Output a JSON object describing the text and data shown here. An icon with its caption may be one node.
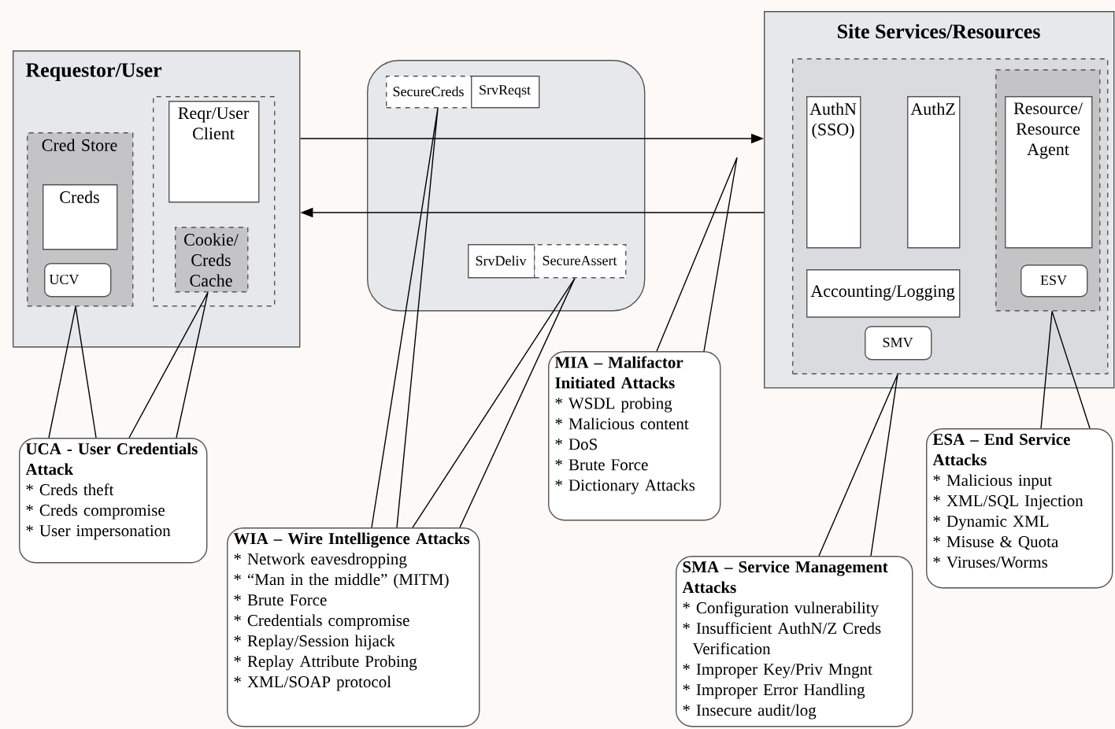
{
  "diagram": {
    "nodes": [
      {
        "text": [
          "Requestor/User"
        ]
      },
      {
        "text": [
          "Cred Store"
        ],
        "in": 0
      },
      {
        "text": [
          "Creds"
        ],
        "in": 1
      },
      {
        "text": [
          "UCV"
        ],
        "in": 1
      },
      {
        "text": [],
        "shape": "box",
        "in": 0
      },
      {
        "text": [
          "Reqr/User Client"
        ],
        "in": 4
      },
      {
        "text": [
          "Cookie/ Creds Cache"
        ],
        "in": 4
      },
      {
        "text": [],
        "shape": "box"
      },
      {
        "text": [
          "SecureCreds"
        ],
        "in": 7
      },
      {
        "text": [
          "SrvReqst"
        ],
        "in": 7
      },
      {
        "text": [
          "SrvDeliv"
        ],
        "in": 7
      },
      {
        "text": [
          "SecureAssert"
        ],
        "in": 7
      },
      {
        "text": [
          "Site Services/Resources"
        ]
      },
      {
        "text": [],
        "shape": "box",
        "in": 12
      },
      {
        "text": [
          "AuthN (SSO)"
        ],
        "in": 13
      },
      {
        "text": [
          "AuthZ"
        ],
        "in": 13
      },
      {
        "text": [],
        "shape": "box",
        "in": 13
      },
      {
        "text": [
          "Resource/ Resource Agent"
        ],
        "in": 16
      },
      {
        "text": [
          "ESV"
        ],
        "in": 16
      },
      {
        "text": [
          "Accounting/Logging"
        ],
        "in": 13
      },
      {
        "text": [
          "SMV"
        ],
        "in": 13
      },
      {
        "text": [
          "UCA - User Credentials Attack",
          "* Creds theft",
          "* Creds compromise",
          "* User impersonation"
        ]
      },
      {
        "text": [
          "WIA – Wire Intelligence Attacks",
          "* Network eavesdropping",
          "* “Man in the middle” (MITM)",
          "* Brute Force",
          "* Credentials compromise",
          "* Replay/Session hijack",
          "* Replay Attribute Probing",
          "* XML/SOAP protocol"
        ]
      },
      {
        "text": [
          "MIA – Malifactor Initiated Attacks",
          "* WSDL probing",
          "* Malicious content",
          "* DoS",
          "* Brute Force",
          "* Dictionary Attacks"
        ]
      },
      {
        "text": [
          "SMA – Service Management Attacks",
          "* Configuration vulnerability",
          "* Insufficient AuthN/Z Creds Verification",
          "* Improper Key/Priv Mngnt",
          "* Improper Error Handling",
          "* Insecure audit/log"
        ]
      },
      {
        "text": [
          "ESA – End Service Attacks",
          "* Malicious input",
          "* XML/SQL Injection",
          "* Dynamic XML",
          "* Misuse & Quota",
          "* Viruses/Worms"
        ]
      }
    ],
    "edges": [
      {
        "from": 0,
        "to": 12,
        "arrow": "to"
      },
      {
        "from": 12,
        "to": 0,
        "arrow": "to"
      },
      {
        "from": 21,
        "to": 1,
        "arrow": "none"
      },
      {
        "from": 21,
        "to": 6,
        "arrow": "none"
      },
      {
        "from": 22,
        "to": 8,
        "arrow": "none"
      },
      {
        "from": 22,
        "to": 11,
        "arrow": "none"
      },
      {
        "from": 23,
        "to": null,
        "arrow": "none"
      },
      {
        "from": 24,
        "to": 13,
        "arrow": "none"
      },
      {
        "from": 25,
        "to": 16,
        "arrow": "none"
      }
    ]
  }
}
